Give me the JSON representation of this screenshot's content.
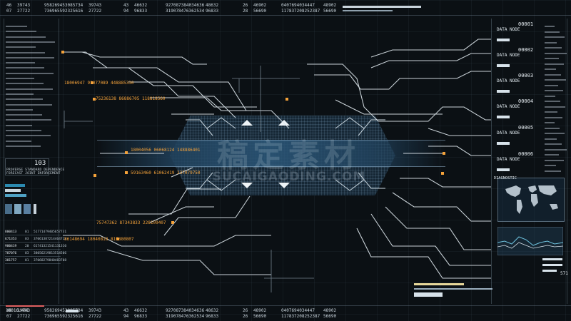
{
  "header": {
    "rows": [
      [
        "46",
        "39743",
        "958269453085734",
        "39743",
        "43",
        "46632",
        "927087384034636",
        "48632",
        "26",
        "46902",
        "0407694034447",
        "48902"
      ],
      [
        "07",
        "27722",
        "736965592325616",
        "27722",
        "94",
        "96833",
        "319078476362534",
        "96833",
        "28",
        "56690",
        "117837208252387",
        "56690"
      ]
    ]
  },
  "footer": {
    "rows": [
      [
        "46",
        "39743",
        "958269453085734",
        "39743",
        "43",
        "46632",
        "927087384034636",
        "48632",
        "26",
        "48902",
        "0407694034447",
        "48902"
      ],
      [
        "07",
        "27722",
        "736965592325616",
        "27722",
        "94",
        "96833",
        "319078476362534",
        "96833",
        "26",
        "56690",
        "117837208252387",
        "56690"
      ]
    ]
  },
  "watermark": {
    "cn": "稿定素材",
    "en": "SUCAIGAODING.COM"
  },
  "center": {
    "lines": [
      "18006947 91077089 448885330",
      "75236138 86886705 118818560",
      "18004056 06068124 148886401",
      "59163460 61062419 237079750",
      "75747362 87343833 228109407",
      "86148694 18040818 819880807"
    ]
  },
  "right_nodes": [
    {
      "label": "DATA NODE",
      "num": "00001"
    },
    {
      "label": "DATA NODE",
      "num": "00002"
    },
    {
      "label": "DATA NODE",
      "num": "00003"
    },
    {
      "label": "DATA NODE",
      "num": "00004"
    },
    {
      "label": "DATA NODE",
      "num": "00005"
    },
    {
      "label": "DATA NODE",
      "num": "00006"
    }
  ],
  "left_panel": {
    "count": "103",
    "lines": [
      "PROVERSE STANDARD DEPENDENCE",
      "FORECAST JOINT ENFORCEMENT"
    ]
  },
  "left_table": {
    "rows": [
      [
        "800413",
        "01",
        "51771479405657731"
      ],
      [
        "671353",
        "03",
        "37061387214464713"
      ],
      [
        "900419",
        "20",
        "61741321541131310"
      ],
      [
        "787076",
        "03",
        "38056219813514506"
      ],
      [
        "381757",
        "01",
        "37068279840483708"
      ]
    ]
  },
  "bottom_left": {
    "code": "10016.401"
  },
  "right_side": {
    "mini_value": "571",
    "diag_label": "DIAGNOSTIC"
  },
  "colors": {
    "accent": "#f4a23a",
    "line": "#d7e2ea",
    "band": "#2a5475",
    "background": "#0b1014"
  }
}
